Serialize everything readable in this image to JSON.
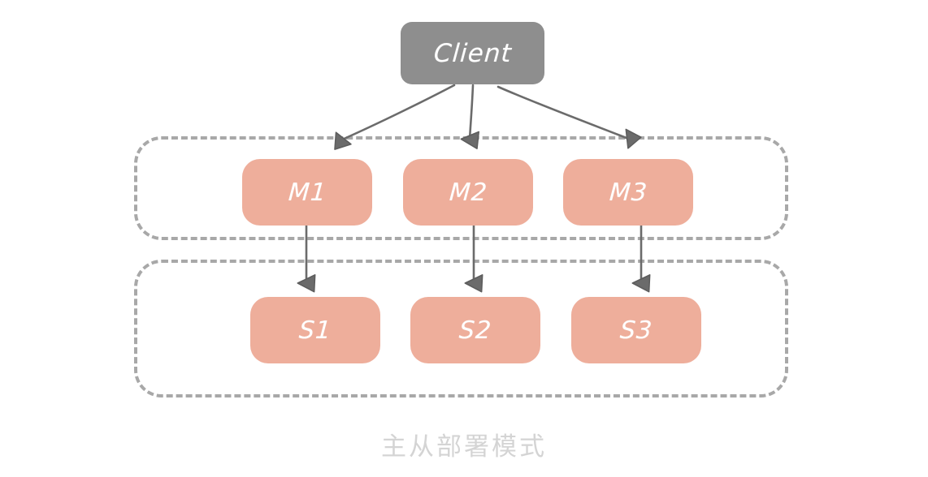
{
  "diagram": {
    "title": "主从部署模式",
    "caption": "主从部署模式",
    "colors": {
      "node_salmon": "#eeae9b",
      "node_gray": "#8e8e8e",
      "dashed_border": "#a8a8a8",
      "arrow": "#6b6b6b",
      "caption_text": "#d4d4d4",
      "node_text": "#ffffff",
      "background": "#ffffff"
    },
    "client": {
      "label": "Client"
    },
    "groups": [
      {
        "name": "master-group",
        "label": ""
      },
      {
        "name": "slave-group",
        "label": ""
      }
    ],
    "masters": [
      {
        "label": "M1"
      },
      {
        "label": "M2"
      },
      {
        "label": "M3"
      }
    ],
    "slaves": [
      {
        "label": "S1"
      },
      {
        "label": "S2"
      },
      {
        "label": "S3"
      }
    ],
    "edges": [
      {
        "name": "client-to-m1",
        "from": "Client",
        "to": "M1"
      },
      {
        "name": "client-to-m2",
        "from": "Client",
        "to": "M2"
      },
      {
        "name": "client-to-m3",
        "from": "Client",
        "to": "M3"
      },
      {
        "name": "m1-to-s1",
        "from": "M1",
        "to": "S1"
      },
      {
        "name": "m2-to-s2",
        "from": "M2",
        "to": "S2"
      },
      {
        "name": "m3-to-s3",
        "from": "M3",
        "to": "S3"
      }
    ]
  }
}
